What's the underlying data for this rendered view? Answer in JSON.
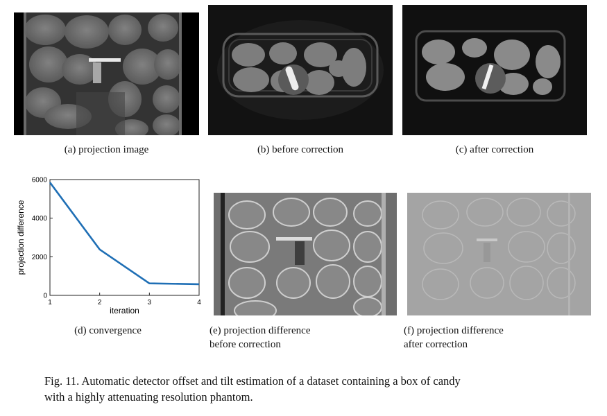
{
  "panels": {
    "a": "(a)  projection image",
    "b": "(b)  before correction",
    "c": "(c)  after correction",
    "d": "(d)  convergence",
    "e_line1": "(e)  projection difference",
    "e_line2": "before correction",
    "f_line1": "(f)  projection difference",
    "f_line2": "after correction"
  },
  "figure_caption": {
    "line1": "Fig. 11. Automatic detector offset and tilt estimation of a dataset containing a box of candy",
    "line2": "with a highly attenuating resolution phantom."
  },
  "chart_data": {
    "type": "line",
    "title": "",
    "xlabel": "iteration",
    "ylabel": "projection difference",
    "x": [
      1,
      2,
      3,
      4
    ],
    "series": [
      {
        "values": [
          5850,
          2380,
          620,
          580
        ]
      }
    ],
    "xlim": [
      1,
      4
    ],
    "ylim": [
      0,
      6000
    ],
    "xticks": [
      "1",
      "2",
      "3",
      "4"
    ],
    "yticks": [
      "0",
      "2000",
      "4000",
      "6000"
    ],
    "grid": false,
    "line_color": "#1f6fb5"
  }
}
